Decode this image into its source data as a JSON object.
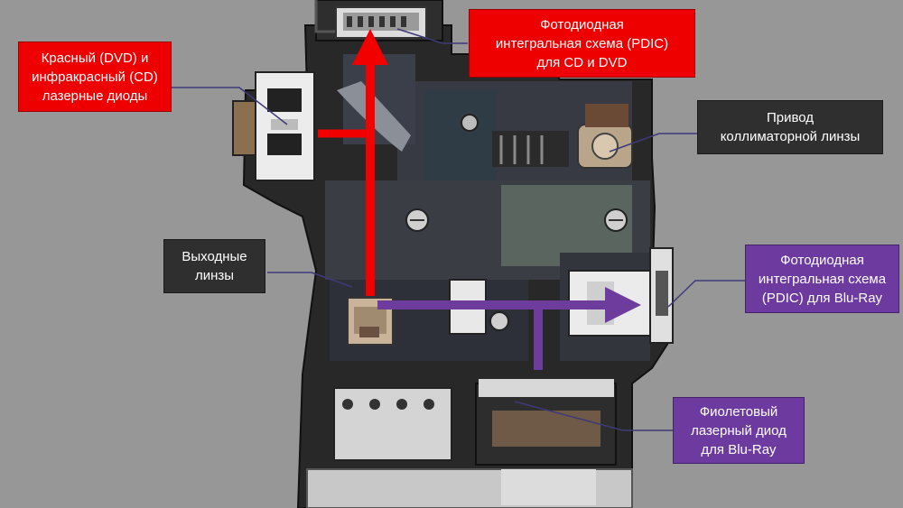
{
  "labels": {
    "pdic_cd_dvd": "Фотодиодная\nинтегральная схема (PDIC)\nдля CD и DVD",
    "red_ir_diodes": "Красный (DVD) и\nинфракрасный (CD)\nлазерные диоды",
    "collimator_drive": "Привод\nколлиматорной линзы",
    "output_lenses": "Выходные\nлинзы",
    "pdic_bluray": "Фотодиодная\nинтегральная схема\n(PDIC) для Blu-Ray",
    "violet_diode": "Фиолетовый\nлазерный диод\nдля Blu-Ray"
  },
  "colors": {
    "background": "#979797",
    "red_label": "#ee0000",
    "dark_label": "#2f2f2f",
    "violet_label": "#6d3aa0",
    "red_beam": "#f20000",
    "violet_beam": "#6e3c9c",
    "leader_line": "#3e3a78"
  }
}
